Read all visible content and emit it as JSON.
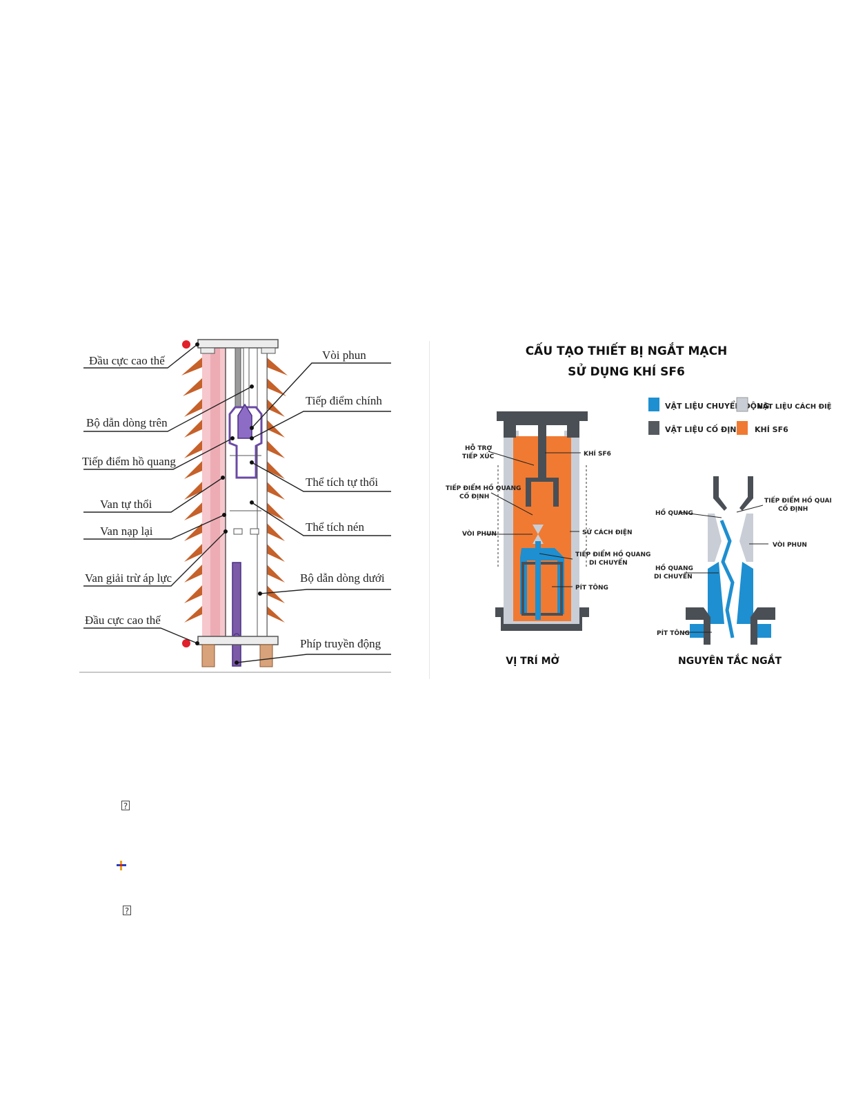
{
  "left": {
    "labels": {
      "dau_cuc_top": "Đầu cực cao thế",
      "bo_dan_tren": "Bộ dẫn dòng trên",
      "tiep_diem_ho_quang": "Tiếp điểm hồ quang",
      "van_tu_thoi": "Van tự thổi",
      "van_nap_lai": "Van nạp lại",
      "van_giai_tru": "Van giải trừ áp lực",
      "dau_cuc_bottom": "Đầu cực cao thế",
      "voi_phun": "Vòi phun",
      "tiep_diem_chinh": "Tiếp điểm chính",
      "the_tich_tu_thoi": "Thể tích tự thổi",
      "the_tich_nen": "Thể tích nén",
      "bo_dan_duoi": "Bộ dẫn dòng dưới",
      "phip_truyen_dong": "Phíp truyền động"
    }
  },
  "right": {
    "title_line1": "CẤU TẠO THIẾT BỊ NGẮT MẠCH",
    "title_line2": "SỬ DỤNG KHÍ SF6",
    "legend": {
      "moving": "VẬT LIỆU CHUYỂN ĐỘNG",
      "insulating": "VẬT LIỆU CÁCH ĐIỆN",
      "fixed": "VẬT LIỆU CỐ ĐỊNH",
      "sf6": "KHÍ SF6"
    },
    "colors": {
      "moving": "#1e8fd0",
      "insulating": "#c9ced6",
      "fixed": "#555a60",
      "sf6": "#f07a32"
    },
    "open": {
      "ho_tro_1": "HỖ TRỢ",
      "ho_tro_2": "TIẾP XÚC",
      "khi_sf6": "KHÍ SF6",
      "tiep_diem_co_dinh_1": "TIẾP ĐIỂM HỒ QUANG",
      "tiep_diem_co_dinh_2": "CỐ ĐỊNH",
      "voi_phun": "VÒI PHUN",
      "su_cach_dien": "SỨ CÁCH ĐIỆN",
      "tiep_diem_di_chuyen_1": "TIẾP ĐIỂM HỒ QUANG",
      "tiep_diem_di_chuyen_2": "DI CHUYỂN",
      "pit_tong": "PÍT TÔNG",
      "caption": "VỊ TRÍ MỞ"
    },
    "principle": {
      "ho_quang": "HỒ QUANG",
      "tiep_diem_1": "TIẾP ĐIỂM HỒ QUANG",
      "tiep_diem_2": "CỐ ĐỊNH",
      "voi_phun": "VÒI PHUN",
      "ho_quang_dc_1": "HỒ QUANG",
      "ho_quang_dc_2": "DI CHUYỂN",
      "pit_tong": "PÍT TÔNG",
      "caption": "NGUYÊN TẮC NGẮT"
    }
  }
}
